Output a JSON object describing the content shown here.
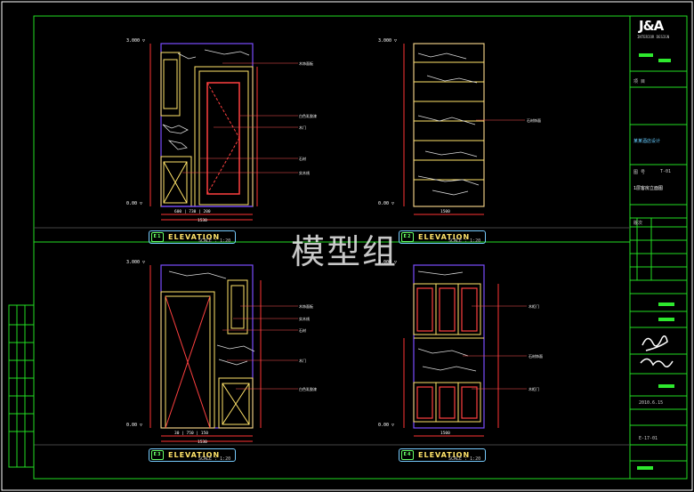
{
  "watermark": "模型组",
  "elevations": [
    {
      "num": "E1",
      "title": "ELEVATION",
      "scale": "SCALE : 1:20"
    },
    {
      "num": "E2",
      "title": "ELEVATION",
      "scale": "SCALE : 1:20"
    },
    {
      "num": "E3",
      "title": "ELEVATION",
      "scale": "SCALE : 1:20"
    },
    {
      "num": "E4",
      "title": "ELEVATION",
      "scale": "SCALE : 1:20"
    }
  ],
  "title_block": {
    "logo": "J&A",
    "logo_sub": "INTERIOR DESIGN",
    "project_label": "项 目",
    "project_value": "某某酒店设计",
    "drawing_label": "图 号",
    "drawing_value": "T-01",
    "drawing_name": "1层客房立面图",
    "rev_label": "版次",
    "date_value": "2010.6.15",
    "sheet_value": "E-17-01"
  },
  "colors": {
    "frame": "#22dd22",
    "wall": "#ffe36a",
    "door": "#ff4040",
    "dim": "#ff3333",
    "violet": "#7a4dff",
    "leader": "#ff5555"
  }
}
